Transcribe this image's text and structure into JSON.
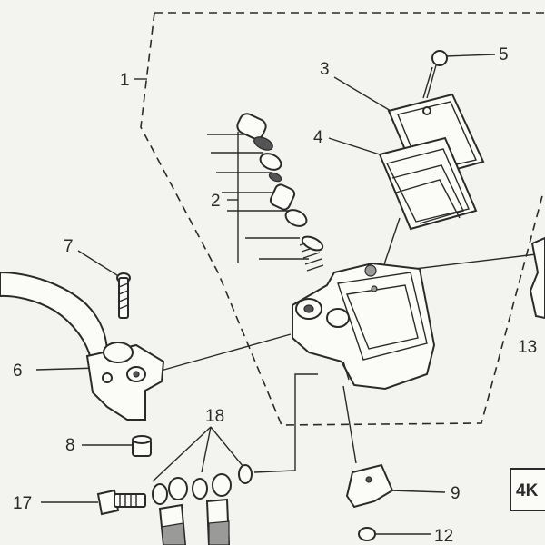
{
  "callouts": {
    "c1": "1",
    "c2": "2",
    "c3": "3",
    "c4": "4",
    "c5": "5",
    "c6": "6",
    "c7": "7",
    "c8": "8",
    "c9": "9",
    "c12": "12",
    "c13": "13",
    "c17": "17",
    "c18": "18"
  },
  "corner_box": {
    "text": "4K"
  }
}
